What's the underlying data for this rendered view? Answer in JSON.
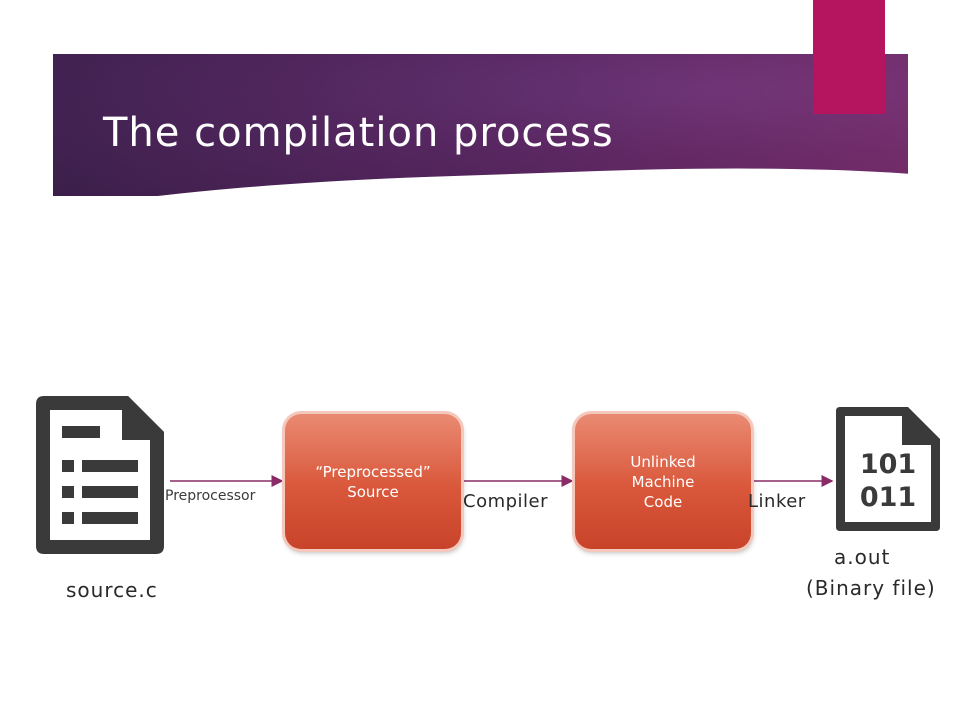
{
  "slide": {
    "title": "The compilation process"
  },
  "diagram": {
    "source_file": {
      "icon": "document-list-icon",
      "label": "source.c"
    },
    "stages": [
      {
        "label": "“Preprocessed”\nSource"
      },
      {
        "label": "Unlinked\nMachine\nCode"
      }
    ],
    "output_file": {
      "icon": "binary-file-icon",
      "label": "a.out",
      "sublabel": "(Binary file)"
    },
    "transitions": [
      "Preprocessor",
      "Compiler",
      "Linker"
    ]
  },
  "colors": {
    "banner": "#48265a",
    "accent": "#b5145e",
    "stage_fill": "#d9573a",
    "arrow": "#8a2a66",
    "icon": "#3a3a3a"
  }
}
